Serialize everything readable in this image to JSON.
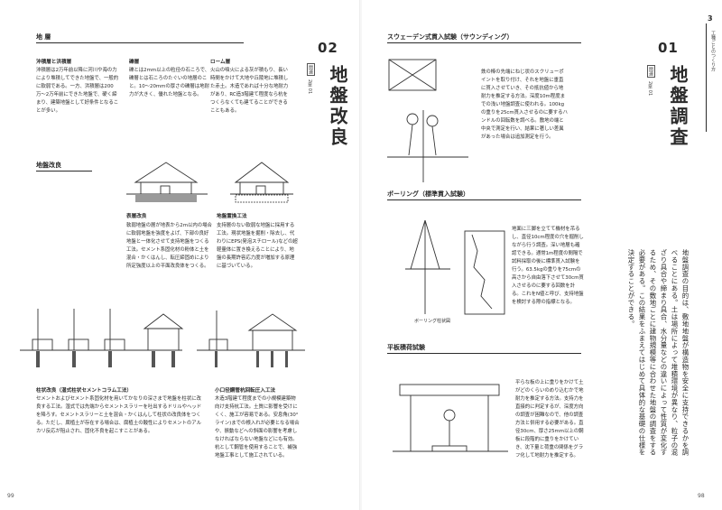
{
  "left": {
    "chapter_number": "02",
    "title": "地盤改良",
    "tag": "関連",
    "chapter_label": "2章 01",
    "page_number": "99",
    "strata_head": "地 層",
    "strata": [
      {
        "name": "沖積層と洪積層",
        "text": "沖積層は2万年前以降に河川や海の力により堆積してできた地盤で、一般的に軟弱である。一方、洪積層は200万〜2万年前にできた地盤で、硬く締まり、建築地盤として好条件となることが多い。"
      },
      {
        "name": "礫層",
        "text": "礫とは2mm以上の粒径の石ころで、礫層とは石ころのたぐいの地層のこと。10〜20mmの厚さの礫層は地耐力が大きく、優れた地盤となる。"
      },
      {
        "name": "ローム層",
        "text": "火山の噴火による灰が積もり、長い時間をかけて大地や丘陵地に堆積した赤土。木造であれば十分な地耐力があり、RC造3階建て程度なら杭をつくらなくても建てることができることもある。"
      }
    ],
    "improve_head": "地盤改良",
    "methods": [
      {
        "name": "表層改良",
        "text": "軟弱地盤の層が地表から2m以内の場合に軟弱地盤を強度をよげ、下部の良好地盤と一体化させて支持地盤をつくる工法。セメント系固化材の粉体と土を混合・かくはんし、転圧締固めにより所定強度以上の平面改良体をつくる。"
      },
      {
        "name": "地盤置換工法",
        "text": "支持層のない軟弱な地盤に採用する工法。現状地盤を掘削・除去し、代わりにEPS(発泡スチロール)などの超軽量体に置き換えることにより、地盤の長期許容応力度が増加する原理に基づいている。"
      },
      {
        "name": "柱状改良（湿式柱状セメントコラム工法）",
        "text": "セメントおよびセメント系固化材を用いてかなりの深さまで地盤を柱状に改良する工法。湿式では先端からセメントスラリーを吐出するドリルやヘッドを降ろす。セメントスラリーと土を混合・かくはんして柱状の改良体をつくる。ただし、腐植土が存在する場合は、腐植土の酸性によりセメントのアルカリ反応が阻止され、固化不良を起こすことがある。"
      },
      {
        "name": "小口径鋼管杭回転圧入工法",
        "text": "木造3階建て程度までの小規模建築物向け支持杭工法。土質に影響を受けにくく、施工が容易である。安息角(30°ライン)までの根入れが必要となる場合や、振動などへの斜面の影響を考慮しなければならない地盤などにも有効。杭として鋼管を使用することで、補強地盤工事として施工されている。"
      }
    ]
  },
  "right": {
    "chapter_number": "01",
    "title": "地盤調査",
    "tag": "関連",
    "chapter_label": "2章 01",
    "page_number": "98",
    "corner_number": "3",
    "section_tab": "工種ごとのつくり方",
    "intro": "地盤調査の目的は、敷地地盤が構造物を安全に支持できるかを調べることにある。土は場所によって堆積環境が異なり、粒子の混ざり具合や締まり具合、水分量などの違いによって性質が変化するため、その敷地ごとに建物規模等に合わせた地盤の調査をする必要がある。この結果をふまえてはじめて具体的な基礎の仕様を決定することができる。",
    "tests": [
      {
        "head": "スウェーデン式貫入試験（サウンディング）",
        "text": "鉄の棒の先端にねじ状のスクリューポイントを取り付け、それを地盤に垂直に貫入させていき、その抵抗値から地耐力を推定する方法。深度10m程度までの浅い地盤調査に使われる。100kgの重りを25cm貫入させるのに要するハンドルの回転数を調べる。敷地の端と中央で測定を行い、結果に著しい差異があった場合は追加測定を行う。"
      },
      {
        "head": "ボーリング（標準貫入試験）",
        "text": "地面に三脚を立てて機材を吊るし、直径10cm程度の穴を掘削しながら行う調査。深い地層も確認できる。通常1m程度の間隔で試料採取の後に標準貫入試験を行う。63.5kgの重りを75cmの高さから自由落下させて30cm貫入させるのに要する回数を計る。これをN値と呼び、支持地盤を検討する際の指標となる。",
        "caption": "ボーリング柱状図"
      },
      {
        "head": "平板積荷試験",
        "text": "平らな板の上に重りをかけて土がどのくらいのめり込むかで地耐力を推定する方法。支持力を直接的に判定するが、深度方向の調査が困難なので、他の調査方法と併用する必要がある。直径30cm、厚さ25mm以上の鋼板に段階的に重りをかけていき、沈下量と荷重の関係をグラフ化して地耐力を推定する。"
      }
    ]
  }
}
